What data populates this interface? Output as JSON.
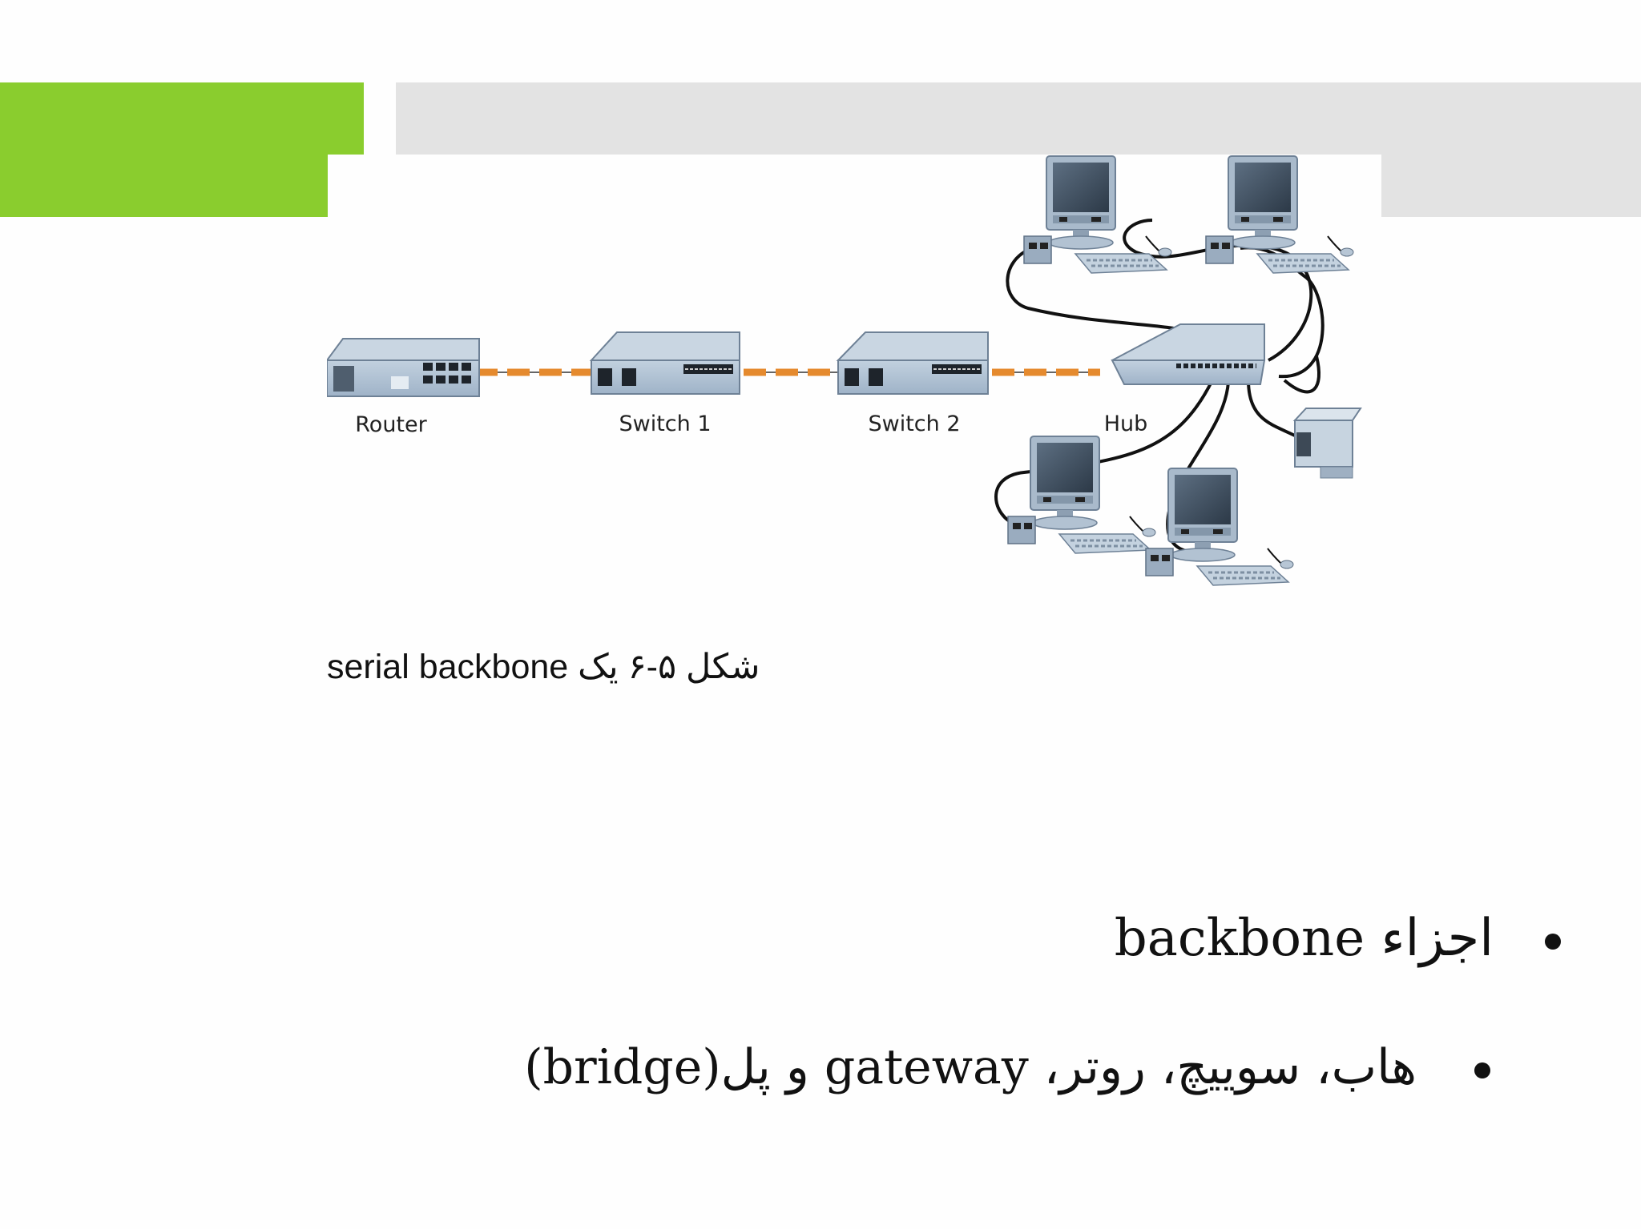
{
  "colors": {
    "accent_green": "#8acd2e",
    "header_gray": "#e3e3e3",
    "link_orange": "#e58a2e",
    "device_blue": "#9fb3c8"
  },
  "diagram": {
    "devices": [
      {
        "id": "router",
        "label": "Router"
      },
      {
        "id": "switch1",
        "label": "Switch 1"
      },
      {
        "id": "switch2",
        "label": "Switch 2"
      },
      {
        "id": "hub",
        "label": "Hub"
      }
    ]
  },
  "caption": "شکل ۵-۶ یک serial backbone",
  "bullets": [
    {
      "text": "اجزاء backbone"
    },
    {
      "text": "هاب، سوییچ، روتر، gateway و پل(bridge)"
    }
  ]
}
